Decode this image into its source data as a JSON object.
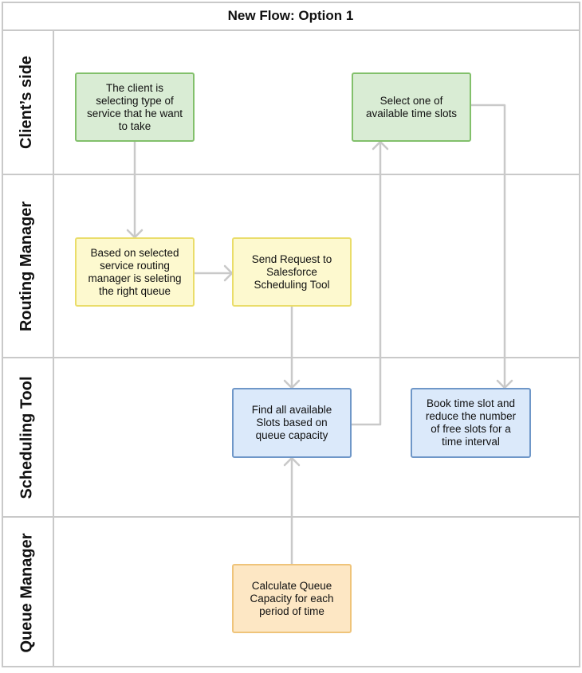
{
  "title": "New Flow: Option 1",
  "lanes": [
    {
      "label": "Client’s side"
    },
    {
      "label": "Routing Manager"
    },
    {
      "label": "Scheduling Tool"
    },
    {
      "label": "Queue Manager"
    }
  ],
  "nodes": {
    "client_select_service": "The client is selecting type of service that he want to take",
    "client_select_slot": "Select one of available time slots",
    "routing_select_queue": "Based on selected service routing manager is seleting the right queue",
    "routing_send_request": "Send Request to Salesforce Scheduling Tool",
    "scheduling_find_slots": "Find all available Slots based on queue capacity",
    "scheduling_book_slot": "Book time slot and reduce the number of free slots for a time interval",
    "queue_calculate_capacity": "Calculate Queue Capacity for each period of time"
  },
  "colors": {
    "client": "#d9ecd4",
    "routing": "#fdf9cf",
    "scheduling": "#dbe9fa",
    "queue": "#fde7c4",
    "connector": "#c9c9c9"
  }
}
